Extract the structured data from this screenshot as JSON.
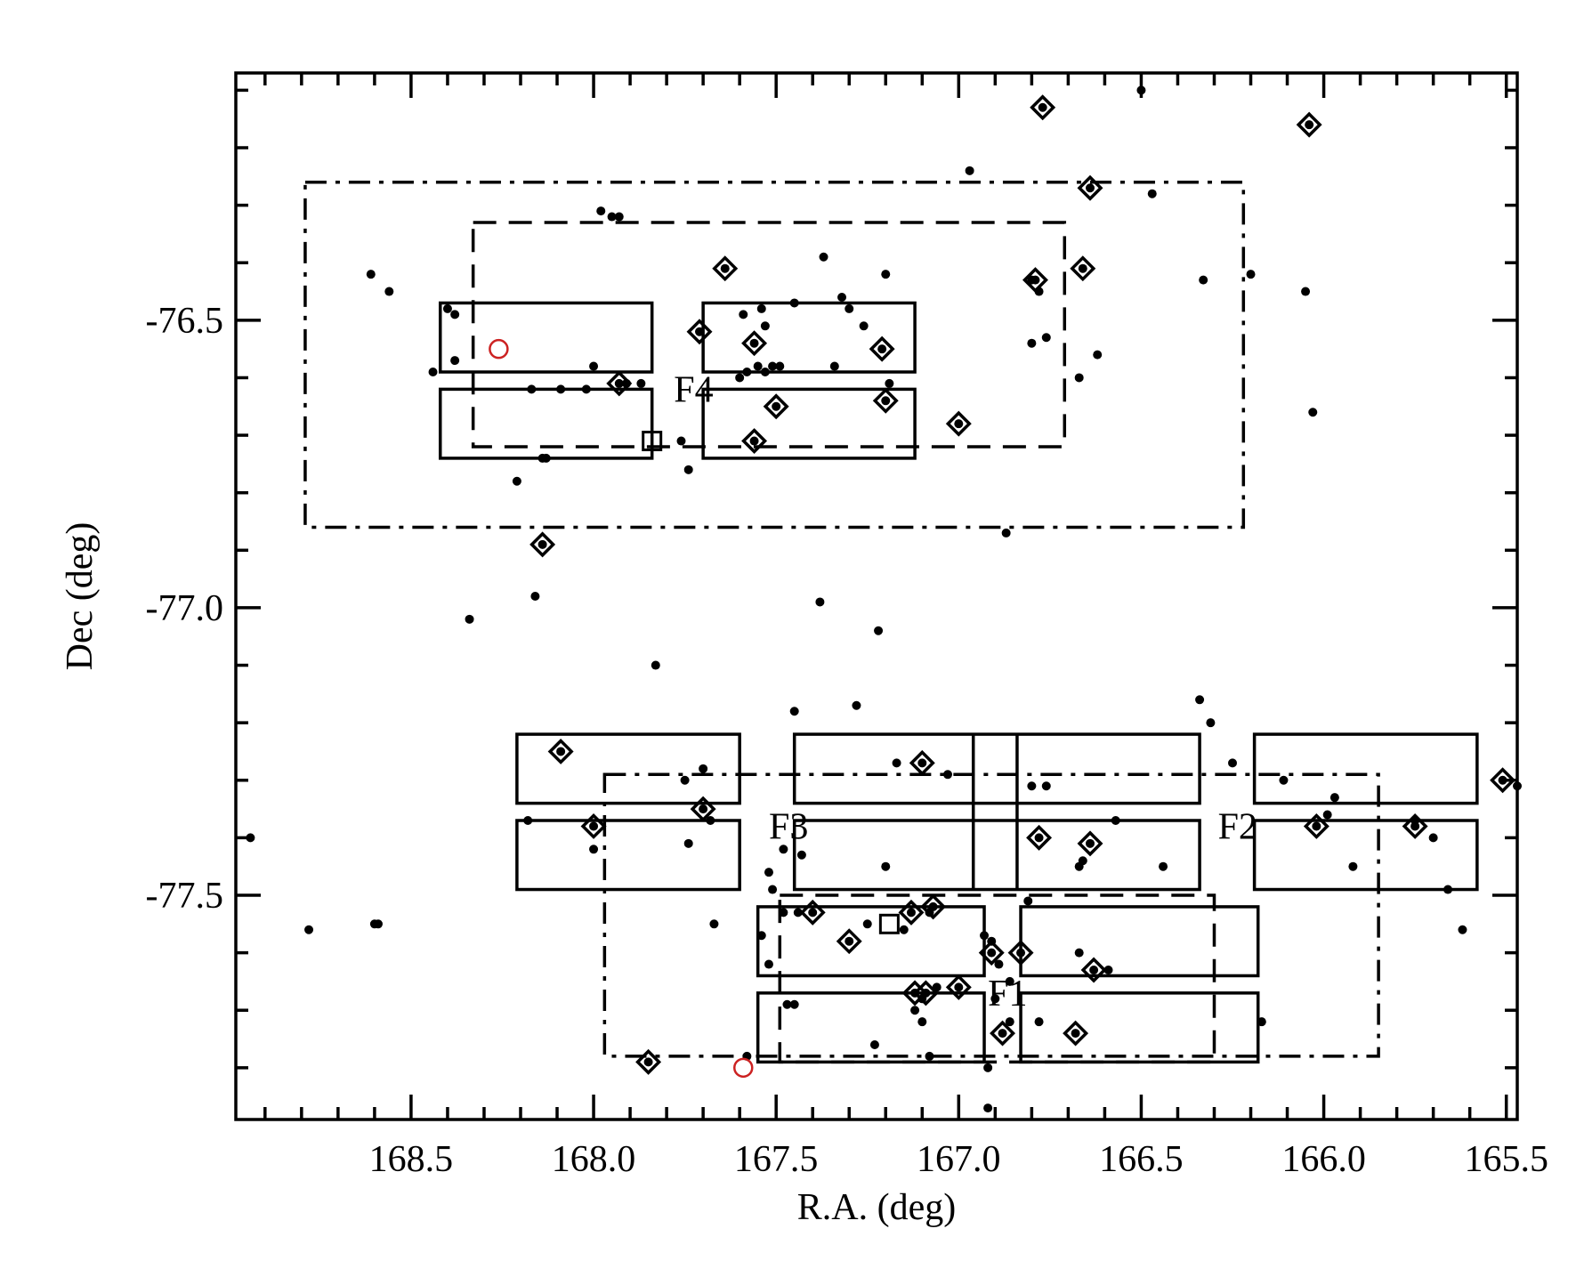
{
  "chart_data": {
    "type": "scatter",
    "xlabel": "R.A. (deg)",
    "ylabel": "Dec (deg)",
    "xlim": [
      168.98,
      165.47
    ],
    "ylim": [
      -77.89,
      -76.07
    ],
    "x_ticks": [
      {
        "value": 168.5,
        "label": "168.5"
      },
      {
        "value": 168.0,
        "label": "168.0"
      },
      {
        "value": 167.5,
        "label": "167.5"
      },
      {
        "value": 167.0,
        "label": "167.0"
      },
      {
        "value": 166.5,
        "label": "166.5"
      },
      {
        "value": 166.0,
        "label": "166.0"
      },
      {
        "value": 165.5,
        "label": "165.5"
      }
    ],
    "y_ticks": [
      {
        "value": -76.5,
        "label": "-76.5"
      },
      {
        "value": -77.0,
        "label": "-77.0"
      },
      {
        "value": -77.5,
        "label": "-77.5"
      }
    ],
    "x_minor_step": 0.1,
    "y_minor_step": 0.1,
    "grid": false,
    "colors": {
      "axes": "#000000",
      "points": "#000000",
      "highlight": "#cc2222"
    },
    "field_labels": [
      {
        "text": "F4",
        "x": 167.78,
        "y": -76.62
      },
      {
        "text": "F3",
        "x": 167.52,
        "y": -77.38
      },
      {
        "text": "F2",
        "x": 166.29,
        "y": -77.38
      },
      {
        "text": "F1",
        "x": 166.92,
        "y": -77.67
      }
    ],
    "regions": [
      {
        "name": "outer-dashdot-north",
        "style": "dashdot",
        "x": [
          168.79,
          166.22
        ],
        "y": [
          -76.26,
          -76.86
        ]
      },
      {
        "name": "inner-dashed-north",
        "style": "dashed",
        "x": [
          168.33,
          166.71
        ],
        "y": [
          -76.33,
          -76.72
        ]
      },
      {
        "name": "outer-dashdot-south",
        "style": "dashdot",
        "x": [
          167.97,
          165.85
        ],
        "y": [
          -77.29,
          -77.78
        ]
      },
      {
        "name": "inner-dashed-south",
        "style": "dashed",
        "x": [
          167.49,
          166.3
        ],
        "y": [
          -77.5,
          -77.79
        ]
      },
      {
        "name": "f4-chip-1",
        "style": "solid",
        "x": [
          168.42,
          167.84
        ],
        "y": [
          -76.47,
          -76.59
        ]
      },
      {
        "name": "f4-chip-2",
        "style": "solid",
        "x": [
          168.42,
          167.84
        ],
        "y": [
          -76.62,
          -76.74
        ]
      },
      {
        "name": "f4-chip-3",
        "style": "solid",
        "x": [
          167.7,
          167.12
        ],
        "y": [
          -76.47,
          -76.59
        ]
      },
      {
        "name": "f4-chip-4",
        "style": "solid",
        "x": [
          167.7,
          167.12
        ],
        "y": [
          -76.62,
          -76.74
        ]
      },
      {
        "name": "f3-chip-1",
        "style": "solid",
        "x": [
          168.21,
          167.6
        ],
        "y": [
          -77.22,
          -77.34
        ]
      },
      {
        "name": "f3-chip-2",
        "style": "solid",
        "x": [
          168.21,
          167.6
        ],
        "y": [
          -77.37,
          -77.49
        ]
      },
      {
        "name": "f2-chip-1",
        "style": "solid",
        "x": [
          167.45,
          166.34
        ],
        "y": [
          -77.22,
          -77.34
        ]
      },
      {
        "name": "f2-chip-2",
        "style": "solid",
        "x": [
          167.45,
          166.34
        ],
        "y": [
          -77.37,
          -77.49
        ]
      },
      {
        "name": "f2-chip-divider-1",
        "style": "solid",
        "x": [
          166.96,
          166.96
        ],
        "y": [
          -77.22,
          -77.49
        ]
      },
      {
        "name": "f2-chip-divider-2",
        "style": "solid",
        "x": [
          166.84,
          166.84
        ],
        "y": [
          -77.22,
          -77.49
        ]
      },
      {
        "name": "f2-east-chip-1",
        "style": "solid",
        "x": [
          166.19,
          165.58
        ],
        "y": [
          -77.22,
          -77.34
        ]
      },
      {
        "name": "f2-east-chip-2",
        "style": "solid",
        "x": [
          166.19,
          165.58
        ],
        "y": [
          -77.37,
          -77.49
        ]
      },
      {
        "name": "f1-chip-1",
        "style": "solid",
        "x": [
          167.55,
          166.93
        ],
        "y": [
          -77.52,
          -77.64
        ]
      },
      {
        "name": "f1-chip-2",
        "style": "solid",
        "x": [
          167.55,
          166.93
        ],
        "y": [
          -77.67,
          -77.79
        ]
      },
      {
        "name": "f1-chip-3",
        "style": "solid",
        "x": [
          166.83,
          166.18
        ],
        "y": [
          -77.52,
          -77.64
        ]
      },
      {
        "name": "f1-chip-4",
        "style": "solid",
        "x": [
          166.83,
          166.18
        ],
        "y": [
          -77.67,
          -77.79
        ]
      }
    ],
    "series": [
      {
        "marker": "dot",
        "points": [
          [
            166.5,
            -76.1
          ],
          [
            166.97,
            -76.24
          ],
          [
            166.47,
            -76.28
          ],
          [
            167.98,
            -76.31
          ],
          [
            167.95,
            -76.32
          ],
          [
            167.93,
            -76.32
          ],
          [
            167.37,
            -76.39
          ],
          [
            167.2,
            -76.42
          ],
          [
            168.61,
            -76.42
          ],
          [
            168.56,
            -76.45
          ],
          [
            166.33,
            -76.43
          ],
          [
            166.2,
            -76.42
          ],
          [
            166.8,
            -76.43
          ],
          [
            166.78,
            -76.45
          ],
          [
            166.05,
            -76.45
          ],
          [
            168.4,
            -76.48
          ],
          [
            168.38,
            -76.49
          ],
          [
            167.54,
            -76.48
          ],
          [
            167.45,
            -76.47
          ],
          [
            167.32,
            -76.46
          ],
          [
            167.3,
            -76.48
          ],
          [
            167.59,
            -76.49
          ],
          [
            167.53,
            -76.51
          ],
          [
            167.26,
            -76.51
          ],
          [
            166.76,
            -76.53
          ],
          [
            166.8,
            -76.54
          ],
          [
            166.62,
            -76.56
          ],
          [
            168.44,
            -76.59
          ],
          [
            168.38,
            -76.57
          ],
          [
            168.0,
            -76.58
          ],
          [
            167.58,
            -76.59
          ],
          [
            167.55,
            -76.58
          ],
          [
            167.53,
            -76.59
          ],
          [
            167.51,
            -76.58
          ],
          [
            167.49,
            -76.58
          ],
          [
            167.34,
            -76.58
          ],
          [
            167.6,
            -76.6
          ],
          [
            167.19,
            -76.61
          ],
          [
            166.67,
            -76.6
          ],
          [
            168.17,
            -76.62
          ],
          [
            168.09,
            -76.62
          ],
          [
            168.02,
            -76.62
          ],
          [
            167.91,
            -76.61
          ],
          [
            167.87,
            -76.61
          ],
          [
            166.03,
            -76.66
          ],
          [
            167.76,
            -76.71
          ],
          [
            168.14,
            -76.74
          ],
          [
            168.13,
            -76.74
          ],
          [
            167.74,
            -76.76
          ],
          [
            168.21,
            -76.78
          ],
          [
            166.87,
            -76.87
          ],
          [
            168.16,
            -76.98
          ],
          [
            167.38,
            -76.99
          ],
          [
            168.34,
            -77.02
          ],
          [
            167.22,
            -77.04
          ],
          [
            167.83,
            -77.1
          ],
          [
            166.34,
            -77.16
          ],
          [
            167.28,
            -77.17
          ],
          [
            167.45,
            -77.18
          ],
          [
            166.31,
            -77.2
          ],
          [
            167.7,
            -77.28
          ],
          [
            167.17,
            -77.27
          ],
          [
            167.03,
            -77.29
          ],
          [
            166.25,
            -77.27
          ],
          [
            167.75,
            -77.3
          ],
          [
            166.8,
            -77.31
          ],
          [
            166.76,
            -77.31
          ],
          [
            166.11,
            -77.3
          ],
          [
            165.97,
            -77.33
          ],
          [
            165.47,
            -77.31
          ],
          [
            168.94,
            -77.4
          ],
          [
            168.18,
            -77.37
          ],
          [
            167.68,
            -77.37
          ],
          [
            166.57,
            -77.37
          ],
          [
            165.99,
            -77.36
          ],
          [
            165.75,
            -77.37
          ],
          [
            165.7,
            -77.4
          ],
          [
            167.74,
            -77.41
          ],
          [
            168.0,
            -77.42
          ],
          [
            167.48,
            -77.42
          ],
          [
            167.43,
            -77.43
          ],
          [
            167.52,
            -77.46
          ],
          [
            167.51,
            -77.49
          ],
          [
            167.2,
            -77.45
          ],
          [
            166.66,
            -77.44
          ],
          [
            166.67,
            -77.45
          ],
          [
            166.44,
            -77.45
          ],
          [
            165.92,
            -77.45
          ],
          [
            165.66,
            -77.49
          ],
          [
            167.48,
            -77.53
          ],
          [
            167.44,
            -77.53
          ],
          [
            167.08,
            -77.53
          ],
          [
            166.81,
            -77.51
          ],
          [
            168.78,
            -77.56
          ],
          [
            168.6,
            -77.55
          ],
          [
            168.59,
            -77.55
          ],
          [
            167.67,
            -77.55
          ],
          [
            167.54,
            -77.57
          ],
          [
            167.52,
            -77.62
          ],
          [
            167.25,
            -77.55
          ],
          [
            167.15,
            -77.56
          ],
          [
            166.93,
            -77.57
          ],
          [
            166.91,
            -77.58
          ],
          [
            166.89,
            -77.62
          ],
          [
            166.86,
            -77.65
          ],
          [
            166.67,
            -77.6
          ],
          [
            166.59,
            -77.63
          ],
          [
            165.62,
            -77.56
          ],
          [
            167.06,
            -77.66
          ],
          [
            167.1,
            -77.68
          ],
          [
            167.12,
            -77.7
          ],
          [
            167.1,
            -77.72
          ],
          [
            167.47,
            -77.69
          ],
          [
            167.45,
            -77.69
          ],
          [
            166.9,
            -77.68
          ],
          [
            166.86,
            -77.72
          ],
          [
            166.78,
            -77.72
          ],
          [
            166.17,
            -77.72
          ],
          [
            167.23,
            -77.76
          ],
          [
            167.08,
            -77.78
          ],
          [
            166.92,
            -77.8
          ],
          [
            166.92,
            -77.87
          ],
          [
            167.58,
            -77.78
          ]
        ]
      },
      {
        "marker": "diamond-dot",
        "points": [
          [
            166.77,
            -76.13
          ],
          [
            166.64,
            -76.27
          ],
          [
            166.04,
            -76.16
          ],
          [
            167.64,
            -76.41
          ],
          [
            166.66,
            -76.41
          ],
          [
            166.79,
            -76.43
          ],
          [
            167.71,
            -76.52
          ],
          [
            167.56,
            -76.54
          ],
          [
            167.21,
            -76.55
          ],
          [
            167.93,
            -76.61
          ],
          [
            167.5,
            -76.65
          ],
          [
            167.2,
            -76.64
          ],
          [
            167.0,
            -76.68
          ],
          [
            167.56,
            -76.71
          ],
          [
            168.14,
            -76.89
          ],
          [
            168.09,
            -77.25
          ],
          [
            167.1,
            -77.27
          ],
          [
            167.7,
            -77.35
          ],
          [
            166.02,
            -77.38
          ],
          [
            165.75,
            -77.38
          ],
          [
            168.0,
            -77.38
          ],
          [
            165.51,
            -77.3
          ],
          [
            166.78,
            -77.4
          ],
          [
            166.64,
            -77.41
          ],
          [
            167.4,
            -77.53
          ],
          [
            167.13,
            -77.53
          ],
          [
            167.07,
            -77.52
          ],
          [
            167.3,
            -77.58
          ],
          [
            166.91,
            -77.6
          ],
          [
            166.83,
            -77.6
          ],
          [
            166.63,
            -77.63
          ],
          [
            167.12,
            -77.67
          ],
          [
            167.09,
            -77.67
          ],
          [
            167.0,
            -77.66
          ],
          [
            166.88,
            -77.74
          ],
          [
            166.68,
            -77.74
          ],
          [
            167.85,
            -77.79
          ]
        ]
      },
      {
        "marker": "square",
        "points": [
          [
            167.84,
            -76.71
          ],
          [
            167.19,
            -77.55
          ]
        ]
      },
      {
        "marker": "red-circle",
        "points": [
          [
            168.26,
            -76.55
          ],
          [
            167.59,
            -77.8
          ]
        ]
      }
    ]
  }
}
